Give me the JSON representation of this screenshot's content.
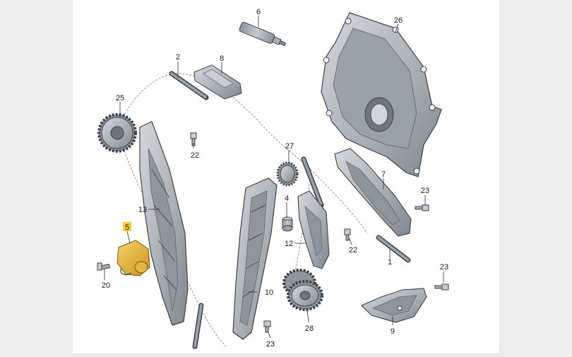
{
  "diagram": {
    "callouts": {
      "c1": "1",
      "c2": "2",
      "c4": "4",
      "c5": "5",
      "c6": "6",
      "c7": "7",
      "c8": "8",
      "c9": "9",
      "c10": "10",
      "c12": "12",
      "c13": "13",
      "c20": "20",
      "c22a": "22",
      "c22b": "22",
      "c23a": "23",
      "c23b": "23",
      "c23c": "23",
      "c25": "25",
      "c26": "26",
      "c27": "27",
      "c28": "28"
    },
    "highlighted_callout": "5",
    "colors": {
      "background": "#ececec",
      "panel": "#ffffff",
      "part": "#b9c0c6",
      "part_dark": "#7b848c",
      "outline": "#3c434a",
      "chain_guide_path": "#9aa0a6",
      "highlight_part": "#e8b830",
      "highlight_badge": "#f2d22e"
    }
  }
}
